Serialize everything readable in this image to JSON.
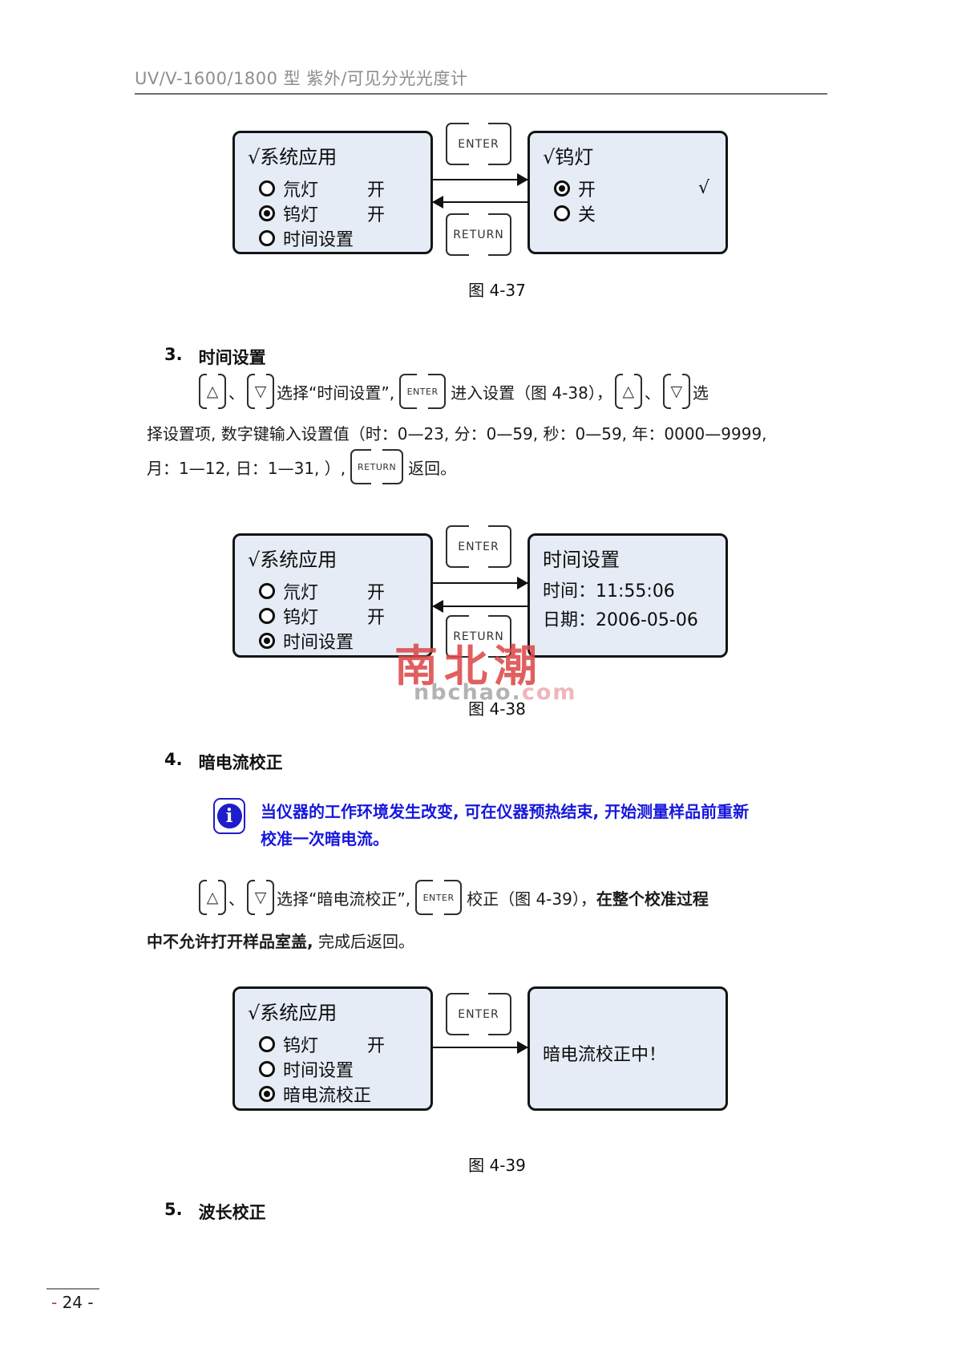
{
  "header": {
    "title": "UV/V-1600/1800 型  紫外/可见分光光度计"
  },
  "keys": {
    "enter": "ENTER",
    "return": "RETURN",
    "up": "△",
    "down": "▽",
    "pause": "、"
  },
  "fig37": {
    "left": {
      "title": "√系统应用",
      "items": [
        {
          "label": "氘灯",
          "state": "开",
          "selected": false
        },
        {
          "label": "钨灯",
          "state": "开",
          "selected": true
        },
        {
          "label": "时间设置",
          "state": "",
          "selected": false
        }
      ]
    },
    "right": {
      "title": "√钨灯",
      "items": [
        {
          "label": "开",
          "state": "√",
          "selected": true
        },
        {
          "label": "关",
          "state": "",
          "selected": false
        }
      ]
    },
    "caption": "图 4-37"
  },
  "section3": {
    "number": "3.",
    "title": "时间设置",
    "p1_select": "选择“时间设置”,",
    "p1_enter_after": "进入设置（图 4-38），",
    "p1_tail": "选",
    "p2": "择设置项, 数字键输入设置值（时：0—23, 分：0—59, 秒：0—59, 年：0000—9999,",
    "p3_pre": "月：1—12, 日：1—31, ）,",
    "p3_tail": "返回。"
  },
  "fig38": {
    "left": {
      "title": "√系统应用",
      "items": [
        {
          "label": "氘灯",
          "state": "开",
          "selected": false
        },
        {
          "label": "钨灯",
          "state": "开",
          "selected": false
        },
        {
          "label": "时间设置",
          "state": "",
          "selected": true
        }
      ]
    },
    "right": {
      "title": "时间设置",
      "rows": [
        "时间：11:55:06",
        "日期：2006-05-06"
      ]
    },
    "caption": "图 4-38"
  },
  "watermark": {
    "cn": "南北潮",
    "latin": "nbchao.",
    "com": "com"
  },
  "section4": {
    "number": "4.",
    "title": "暗电流校正",
    "info_i": "i",
    "note_line1": "当仪器的工作环境发生改变, 可在仪器预热结束, 开始测量样品前重新",
    "note_line2": "校准一次暗电流。",
    "p1_select": "选择“暗电流校正”,",
    "p1_enter_after": "校正（图 4-39），",
    "p1_bold": "在整个校准过程",
    "p2_bold": "中不允许打开样品室盖,",
    "p2_tail": " 完成后返回。"
  },
  "fig39": {
    "left": {
      "title": "√系统应用",
      "items": [
        {
          "label": "钨灯",
          "state": "开",
          "selected": false
        },
        {
          "label": "时间设置",
          "state": "",
          "selected": false
        },
        {
          "label": "暗电流校正",
          "state": "",
          "selected": true
        }
      ]
    },
    "right": {
      "message": "暗电流校正中！"
    },
    "caption": "图 4-39"
  },
  "section5": {
    "number": "5.",
    "title": "波长校正"
  },
  "footer": {
    "dash": "-",
    "rest": " 24 -"
  }
}
